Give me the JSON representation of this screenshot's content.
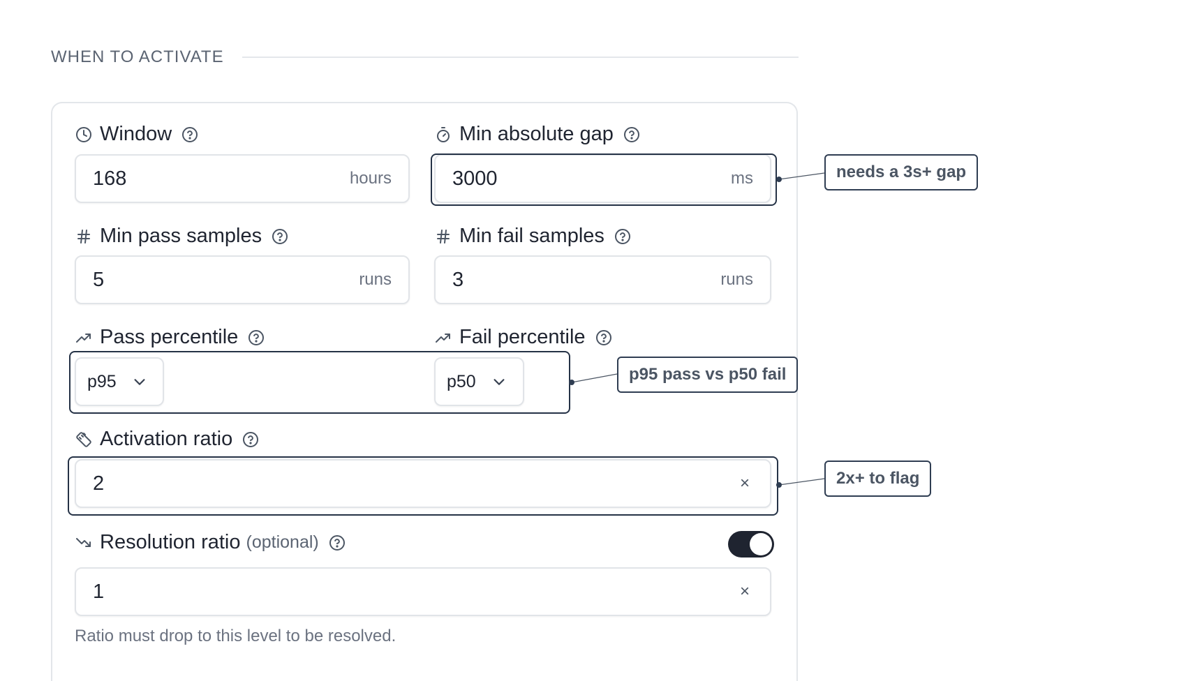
{
  "section": {
    "title": "WHEN TO ACTIVATE"
  },
  "fields": {
    "window": {
      "label": "Window",
      "value": "168",
      "unit": "hours"
    },
    "min_gap": {
      "label": "Min absolute gap",
      "value": "3000",
      "unit": "ms"
    },
    "min_pass": {
      "label": "Min pass samples",
      "value": "5",
      "unit": "runs"
    },
    "min_fail": {
      "label": "Min fail samples",
      "value": "3",
      "unit": "runs"
    },
    "pass_pct": {
      "label": "Pass percentile",
      "selected": "p95"
    },
    "fail_pct": {
      "label": "Fail percentile",
      "selected": "p50"
    },
    "activation": {
      "label": "Activation ratio",
      "value": "2",
      "clear": "×"
    },
    "resolution": {
      "label": "Resolution ratio",
      "optional": "(optional)",
      "value": "1",
      "clear": "×",
      "enabled": true,
      "helper": "Ratio must drop to this level to be resolved."
    }
  },
  "callouts": {
    "gap": "needs a 3s+ gap",
    "percentile": "p95 pass vs p50 fail",
    "ratio": "2x+ to flag"
  },
  "icons": {
    "window": "clock-icon",
    "min_gap": "stopwatch-icon",
    "samples": "hash-icon",
    "percentile": "trend-up-icon",
    "activation": "ruler-icon",
    "resolution": "trend-down-icon",
    "help": "help-circle-icon",
    "select": "chevron-down-icon"
  },
  "colors": {
    "accent_dark": "#1f2430",
    "outline": "#253246",
    "muted": "#6b7280"
  }
}
